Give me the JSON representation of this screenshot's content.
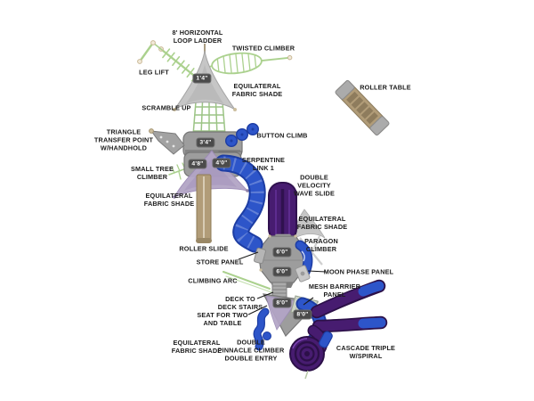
{
  "diagram": {
    "type": "playground-equipment-plan",
    "labels": {
      "loop_ladder": {
        "text": "8' HORIZONTAL\nLOOP LADDER"
      },
      "twisted_climber": {
        "text": "TWISTED CLIMBER"
      },
      "leg_lift": {
        "text": "LEG LIFT"
      },
      "shade_top": {
        "text": "EQUILATERAL\nFABRIC SHADE"
      },
      "scramble_up": {
        "text": "SCRAMBLE UP"
      },
      "roller_table": {
        "text": "ROLLER TABLE"
      },
      "transfer_point": {
        "text": "TRIANGLE\nTRANSFER POINT\nW/HANDHOLD"
      },
      "button_climb": {
        "text": "BUTTON CLIMB"
      },
      "small_tree": {
        "text": "SMALL TREE\nCLIMBER"
      },
      "serpentine": {
        "text": "SERPENTINE\nLINK 1"
      },
      "wave_slide": {
        "text": "DOUBLE\nVELOCITY\nWAVE SLIDE"
      },
      "shade_left": {
        "text": "EQUILATERAL\nFABRIC SHADE"
      },
      "shade_right": {
        "text": "EQUILATERAL\nFABRIC SHADE"
      },
      "paragon": {
        "text": "PARAGON\nCLIMBER"
      },
      "roller_slide": {
        "text": "ROLLER SLIDE"
      },
      "store_panel": {
        "text": "STORE PANEL"
      },
      "moon_phase": {
        "text": "MOON PHASE PANEL"
      },
      "climbing_arc": {
        "text": "CLIMBING ARC"
      },
      "mesh_barrier": {
        "text": "MESH BARRIER\nPANEL"
      },
      "deck_stairs": {
        "text": "DECK TO\nDECK STAIRS"
      },
      "seat_table": {
        "text": "SEAT FOR TWO\nAND TABLE"
      },
      "shade_bottom": {
        "text": "EQUILATERAL\nFABRIC SHADE"
      },
      "pinnacle": {
        "text": "DOUBLE\nPINNACLE CLIMBER\nDOUBLE ENTRY"
      },
      "cascade": {
        "text": "CASCADE TRIPLE\nW/SPIRAL"
      }
    },
    "badges": [
      {
        "text": "1'4\""
      },
      {
        "text": "3'4\""
      },
      {
        "text": "4'8\""
      },
      {
        "text": "4'0\""
      },
      {
        "text": "6'0\""
      },
      {
        "text": "6'0\""
      },
      {
        "text": "8'0\""
      },
      {
        "text": "8'0\""
      }
    ],
    "colors": {
      "label_text": "#1c1c1c",
      "badge_bg": "#4b4b4b",
      "badge_text": "#ffffff",
      "deck_gray": "#9d9d9d",
      "deck_edge": "#767676",
      "shade_gray": "#c4c4c4",
      "shade_lavender": "#b3a5c6",
      "climber_green": "#abd18e",
      "slide_blue": "#2d55c9",
      "blue_dark": "#1d3da3",
      "slide_purple": "#471c70",
      "purple_dark": "#2c1048",
      "wood_tan": "#b19c78",
      "leader": "#1a1a1a"
    }
  }
}
